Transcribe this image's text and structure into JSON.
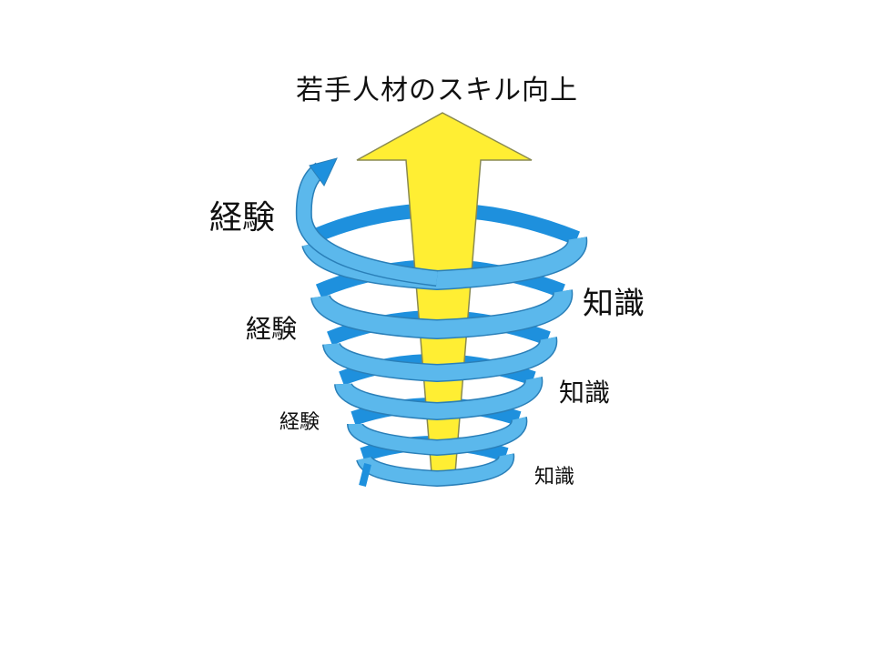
{
  "slide": {
    "title": "若手人材のスキル向上"
  },
  "diagram": {
    "type": "spiral-growth",
    "center_arrow": {
      "direction": "up",
      "color": "#FFEE33",
      "outline": "#8A8A50"
    },
    "spiral": {
      "front_color": "#5BB8EC",
      "back_color": "#1E90DD",
      "outline": "#2A7FB8",
      "turns": 5,
      "arrowhead": "top-left"
    },
    "labels_left": [
      {
        "text": "経験",
        "level": "top"
      },
      {
        "text": "経験",
        "level": "middle"
      },
      {
        "text": "経験",
        "level": "bottom"
      }
    ],
    "labels_right": [
      {
        "text": "知識",
        "level": "top"
      },
      {
        "text": "知識",
        "level": "middle"
      },
      {
        "text": "知識",
        "level": "bottom"
      }
    ]
  }
}
